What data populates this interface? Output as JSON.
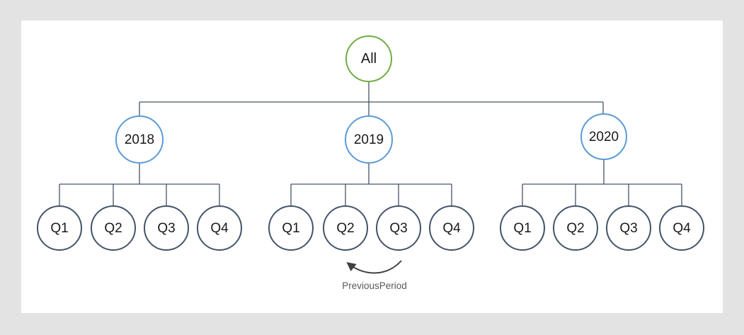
{
  "tree": {
    "root": {
      "label": "All"
    },
    "years": [
      {
        "label": "2018",
        "quarters": [
          {
            "label": "Q1"
          },
          {
            "label": "Q2"
          },
          {
            "label": "Q3"
          },
          {
            "label": "Q4"
          }
        ]
      },
      {
        "label": "2019",
        "quarters": [
          {
            "label": "Q1"
          },
          {
            "label": "Q2"
          },
          {
            "label": "Q3"
          },
          {
            "label": "Q4"
          }
        ]
      },
      {
        "label": "2020",
        "quarters": [
          {
            "label": "Q1"
          },
          {
            "label": "Q2"
          },
          {
            "label": "Q3"
          },
          {
            "label": "Q4"
          }
        ]
      }
    ]
  },
  "annotation": {
    "label": "PreviousPeriod"
  },
  "colors": {
    "page_bg": "#e3e3e3",
    "canvas_bg": "#ffffff",
    "root_stroke": "#70ad47",
    "year_stroke": "#5b9bd5",
    "quarter_stroke": "#44546a",
    "line": "#44546a",
    "arrow": "#404040",
    "annotation": "#595959",
    "node_text": "#1a1a1a"
  }
}
